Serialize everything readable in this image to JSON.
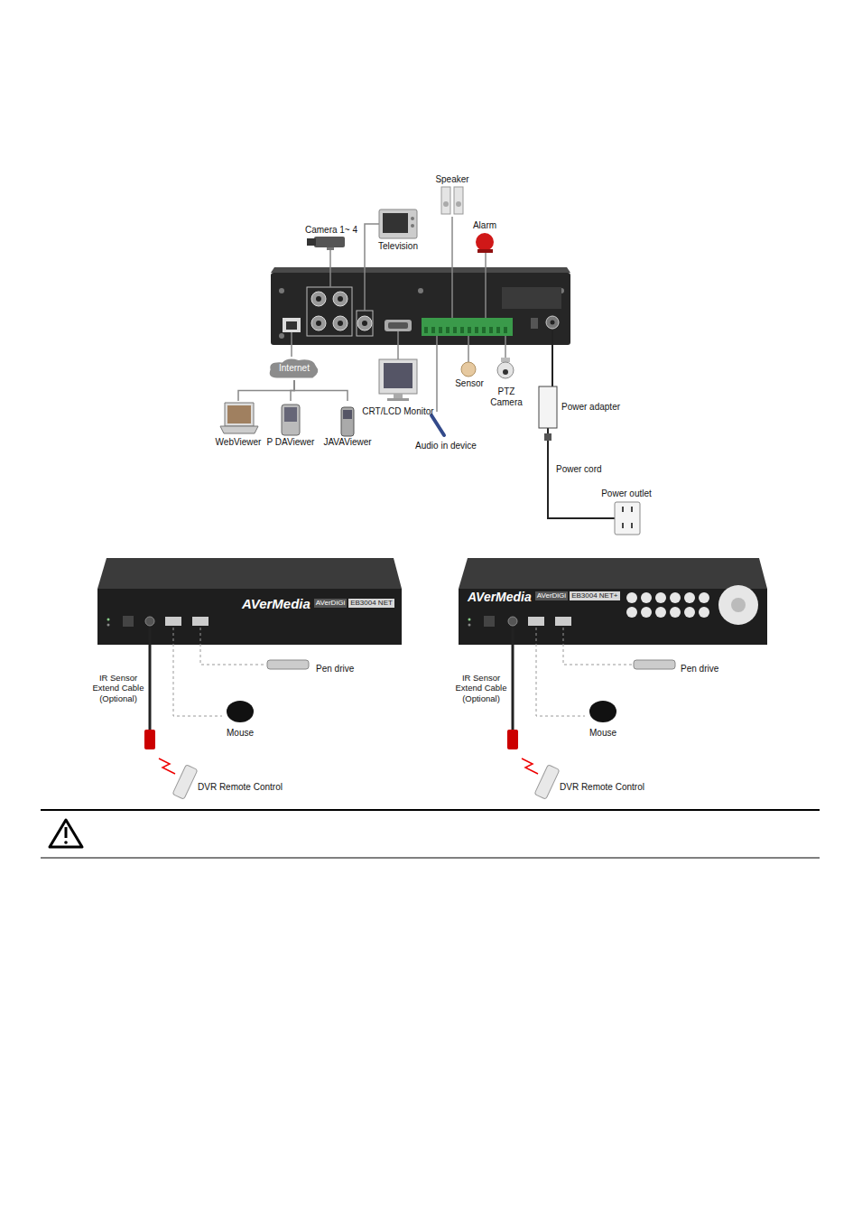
{
  "diagram": {
    "nodes": [
      {
        "text": [
          "Internet"
        ]
      },
      {
        "text": [
          "WebViewer"
        ]
      },
      {
        "text": [
          "P DAViewer"
        ]
      },
      {
        "text": [
          "JAVAViewer"
        ]
      }
    ],
    "edges": [
      {
        "from": 0,
        "to": 1,
        "arrow": "none"
      },
      {
        "from": 0,
        "to": 2,
        "arrow": "none"
      },
      {
        "from": 0,
        "to": 3,
        "arrow": "none"
      }
    ],
    "labels": [
      "Speaker",
      "Alarm",
      "Camera 1~ 4",
      "Television",
      "CRT/LCD Monitor",
      "Sensor",
      "PTZ Camera",
      "Power adapter",
      "Power cord",
      "Power outlet",
      "Audio in device",
      "AVerMedia",
      "AVerDiGi",
      "EB3004 NET",
      "IR Sensor Extend Cable (Optional)",
      "Pen drive",
      "Mouse",
      "DVR Remote Control",
      "AVerMedia",
      "AVerDiGi",
      "EB3004 NET+",
      "IR Sensor Extend Cable (Optional)",
      "Pen drive",
      "Mouse",
      "DVR Remote Control"
    ]
  }
}
